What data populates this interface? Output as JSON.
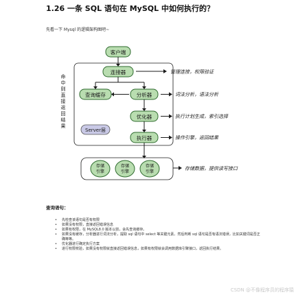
{
  "heading": "1.26 一条 SQL 语句在 MySQL 中如何执行的？",
  "intro": "先看一下 Mysql 的逻辑架构图吧~",
  "diagram": {
    "client": "客户端",
    "connector": "连接器",
    "cache": "查询缓存",
    "analyzer": "分析器",
    "optimizer": "优化器",
    "executor": "执行器",
    "server": "Server层",
    "side_label": "命中则直接返回结果",
    "engines": [
      "存储引擎",
      "存储引擎",
      "存储引擎"
    ],
    "notes": [
      "管理连接，权限验证",
      "词法分析，语法分析",
      "执行计划生成，索引选择",
      "操作引擎，返回结果",
      "存储数据，提供读写接口"
    ],
    "colors": {
      "box_fill": "#b9ddb0",
      "box_stroke": "#2e6a2e",
      "server_fill": "#c9c9e6",
      "ink": "#1a1a1a"
    }
  },
  "query_heading": "查询语句：",
  "bullets": [
    "先检查该语句是否有权限",
    "如果没有权限，直接返回错误信息",
    "如果有权限，在 MySQL8.0 版本以前，会先查询缓存。",
    "如果没有缓存，分析器进行词法分析，提取 sql 语句中 select 等关键元素。然后判断 sql 语句是否有语法错误，比如关键词是否正确等等。",
    "优化器进行确定执行方案",
    "进行权限校验，如果没有权限就直接返回错误信息，如果有权限就会调用数据库引擎接口，返回执行结果。"
  ],
  "watermark": "CSDN @不像程序员的程序猿"
}
